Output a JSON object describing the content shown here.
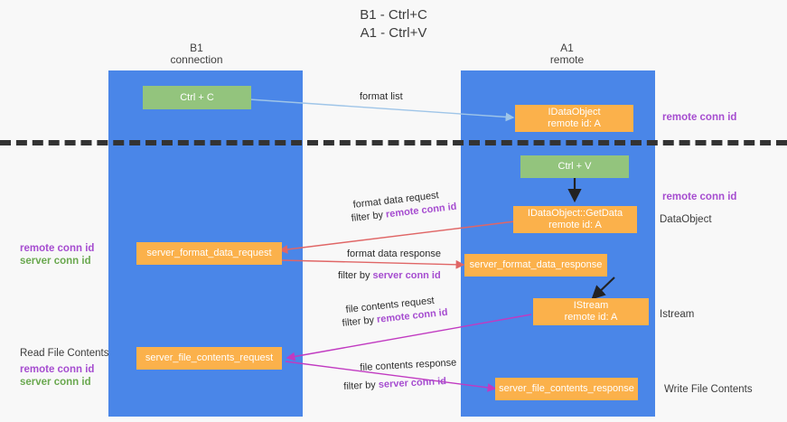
{
  "title": {
    "line1": "B1 - Ctrl+C",
    "line2": "A1 - Ctrl+V"
  },
  "lanes": [
    {
      "name": "left",
      "header_line1": "B1",
      "header_line2": "connection",
      "color": "#4a86e8"
    },
    {
      "name": "right",
      "header_line1": "A1",
      "header_line2": "remote",
      "color": "#4a86e8"
    }
  ],
  "colors": {
    "lane": "#4a86e8",
    "green_box": "#93c47d",
    "orange_box": "#fbb14b",
    "remote_conn_id": "#a64dd0",
    "server_conn_id": "#6aa84f",
    "arrow_format_list": "#9fc5e8",
    "arrow_format_data": "#e06666",
    "arrow_file_contents": "#c13ac1",
    "arrow_black": "#222222",
    "divider": "#333333",
    "background": "#f8f8f8"
  },
  "boxes": {
    "ctrl_c": {
      "line1": "Ctrl + C",
      "line2": ""
    },
    "idataobject": {
      "line1": "IDataObject",
      "line2": "remote id: A"
    },
    "ctrl_v": {
      "line1": "Ctrl + V",
      "line2": ""
    },
    "getdata": {
      "line1": "IDataObject::GetData",
      "line2": "remote id: A"
    },
    "server_format_data_request": {
      "line1": "server_format_data_request",
      "line2": ""
    },
    "server_format_data_response": {
      "line1": "server_format_data_response",
      "line2": ""
    },
    "istream": {
      "line1": "IStream",
      "line2": "remote id: A"
    },
    "server_file_contents_request": {
      "line1": "server_file_contents_request",
      "line2": ""
    },
    "server_file_contents_response": {
      "line1": "server_file_contents_response",
      "line2": ""
    }
  },
  "flow_labels": {
    "format_list": "format list",
    "format_data_request": "format data request",
    "format_data_request_filter_prefix": "filter by ",
    "format_data_request_filter_key": "remote conn id",
    "format_data_response": "format data response",
    "format_data_response_filter_prefix": "filter by ",
    "format_data_response_filter_key": "server conn id",
    "file_contents_request": "file contents request",
    "file_contents_request_filter_prefix": "filter by ",
    "file_contents_request_filter_key": "remote conn id",
    "file_contents_response": "file contents response",
    "file_contents_response_filter_prefix": "filter by ",
    "file_contents_response_filter_key": "server conn id"
  },
  "side_labels": {
    "right_top_remote_conn_id": "remote conn id",
    "right_mid_remote_conn_id": "remote conn id",
    "right_dataobject": "DataObject",
    "right_istream": "Istream",
    "right_write_file_contents": "Write File Contents",
    "left_remote_conn_id": "remote conn id",
    "left_server_conn_id": "server conn id",
    "left_read_file_contents": "Read File Contents",
    "left_remote_conn_id_2": "remote conn id",
    "left_server_conn_id_2": "server conn id"
  }
}
